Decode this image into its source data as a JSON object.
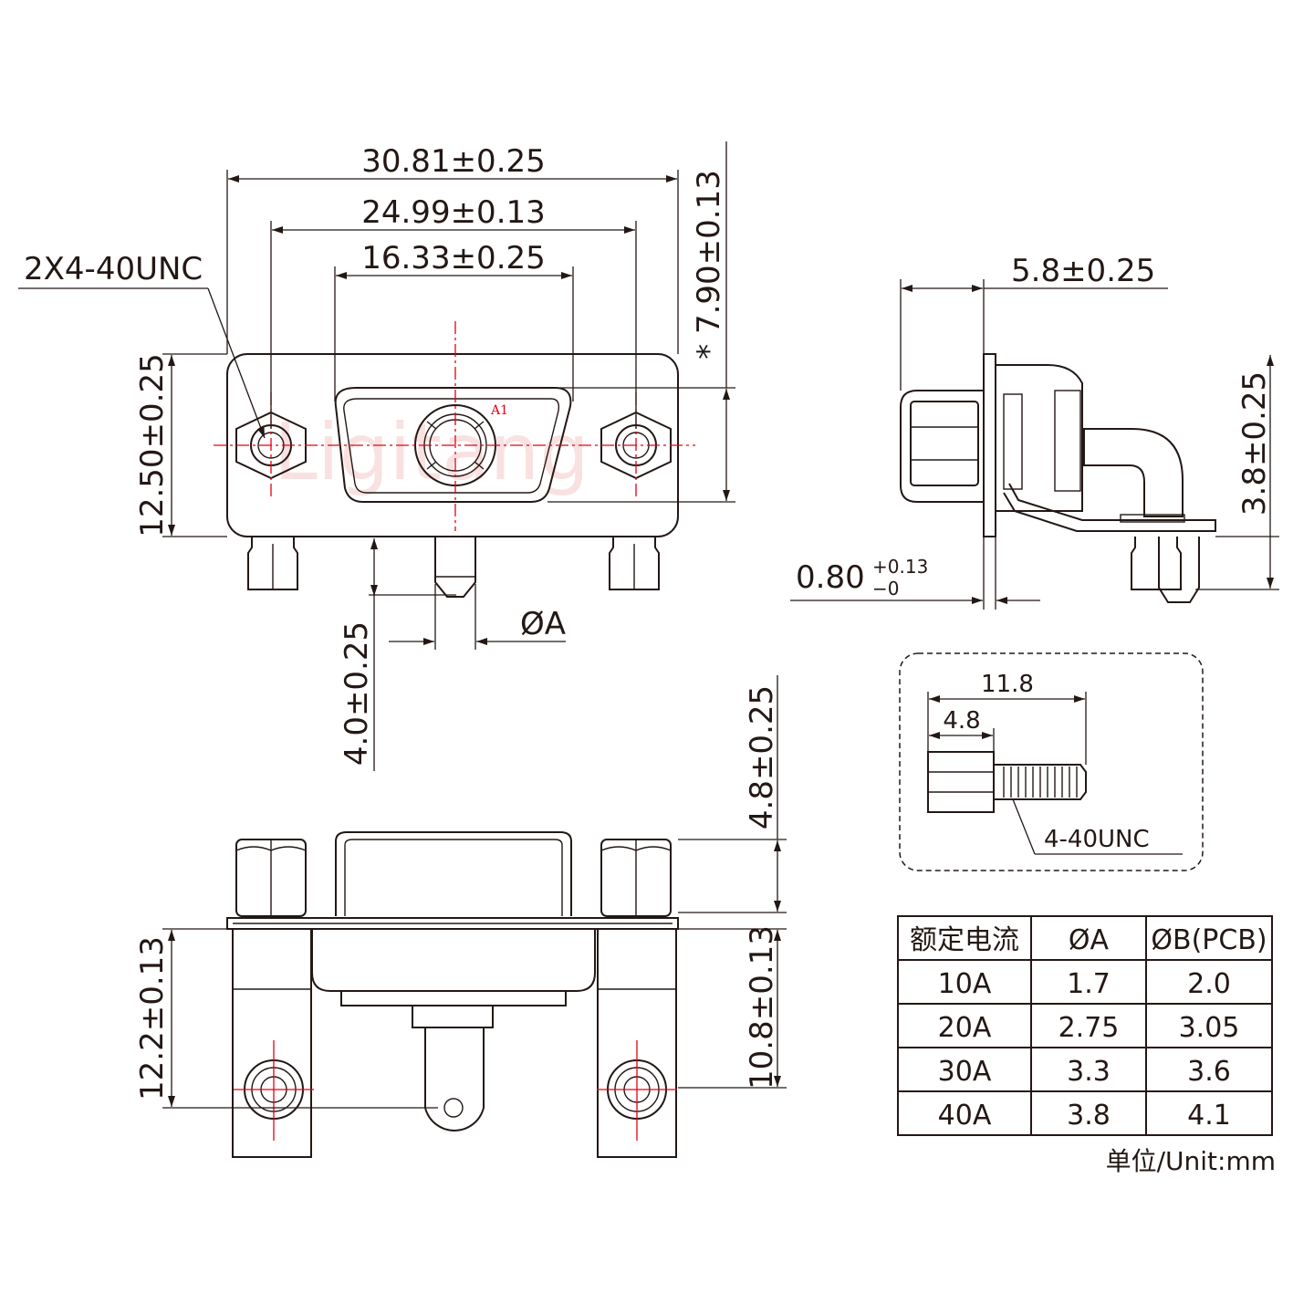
{
  "front_view": {
    "dim_overall_width": "30.81±0.25",
    "dim_screw_spacing": "24.99±0.13",
    "dim_shell_width": "16.33±0.25",
    "dim_height": "12.50±0.25",
    "dim_top_offset": "* 7.90±0.13",
    "dim_pin_length": "4.0±0.25",
    "label_screw": "2X4-40UNC",
    "label_pin_dia": "ØA",
    "pin_label": "A1",
    "watermark": "Ligitang"
  },
  "side_view": {
    "dim_depth": "5.8±0.25",
    "dim_pcb_height": "3.8±0.25",
    "dim_plate_thickness_base": "0.80",
    "dim_plate_thickness_upper": "+0.13",
    "dim_plate_thickness_lower": "−0"
  },
  "screw_detail": {
    "dim_total": "11.8",
    "dim_head": "4.8",
    "label_thread": "4-40UNC"
  },
  "bottom_view": {
    "dim_standoff": "4.8±0.25",
    "dim_left": "12.2±0.13",
    "dim_right": "10.8±0.13"
  },
  "table": {
    "headers": [
      "额定电流",
      "ØA",
      "ØB(PCB)"
    ],
    "rows": [
      [
        "10A",
        "1.7",
        "2.0"
      ],
      [
        "20A",
        "2.75",
        "3.05"
      ],
      [
        "30A",
        "3.3",
        "3.6"
      ],
      [
        "40A",
        "3.8",
        "4.1"
      ]
    ],
    "unit_note": "单位/Unit:mm"
  }
}
